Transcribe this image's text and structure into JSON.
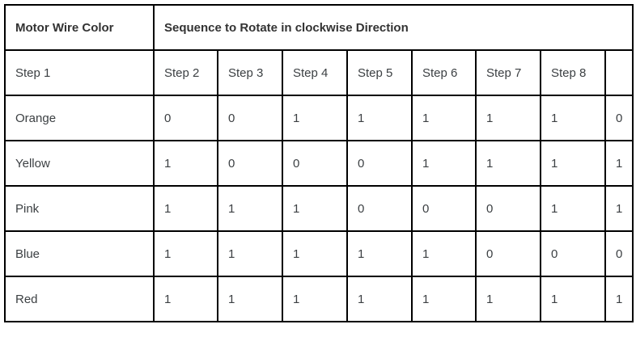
{
  "colors": {
    "border": "#000000",
    "text": "#3c4043",
    "header_text": "#333333",
    "background": "#ffffff"
  },
  "table": {
    "header": {
      "col1": "Motor Wire Color",
      "col2_span": "Sequence to Rotate in clockwise Direction"
    },
    "steps_row": [
      "Step 1",
      "Step 2",
      "Step 3",
      "Step 4",
      "Step 5",
      "Step 6",
      "Step 7",
      "Step 8",
      ""
    ],
    "rows": [
      {
        "label": "Orange",
        "values": [
          "0",
          "0",
          "1",
          "1",
          "1",
          "1",
          "1",
          "0"
        ]
      },
      {
        "label": "Yellow",
        "values": [
          "1",
          "0",
          "0",
          "0",
          "1",
          "1",
          "1",
          "1"
        ]
      },
      {
        "label": "Pink",
        "values": [
          "1",
          "1",
          "1",
          "0",
          "0",
          "0",
          "1",
          "1"
        ]
      },
      {
        "label": "Blue",
        "values": [
          "1",
          "1",
          "1",
          "1",
          "1",
          "0",
          "0",
          "0"
        ]
      },
      {
        "label": "Red",
        "values": [
          "1",
          "1",
          "1",
          "1",
          "1",
          "1",
          "1",
          "1"
        ]
      }
    ]
  },
  "chart_data": {
    "type": "table",
    "title": "Sequence to Rotate in clockwise Direction",
    "columns": [
      "Step 1",
      "Step 2",
      "Step 3",
      "Step 4",
      "Step 5",
      "Step 6",
      "Step 7",
      "Step 8",
      ""
    ],
    "rows": [
      [
        "Orange",
        0,
        0,
        1,
        1,
        1,
        1,
        1,
        0
      ],
      [
        "Yellow",
        1,
        0,
        0,
        0,
        1,
        1,
        1,
        1
      ],
      [
        "Pink",
        1,
        1,
        1,
        0,
        0,
        0,
        1,
        1
      ],
      [
        "Blue",
        1,
        1,
        1,
        1,
        1,
        0,
        0,
        0
      ],
      [
        "Red",
        1,
        1,
        1,
        1,
        1,
        1,
        1,
        1
      ]
    ]
  }
}
